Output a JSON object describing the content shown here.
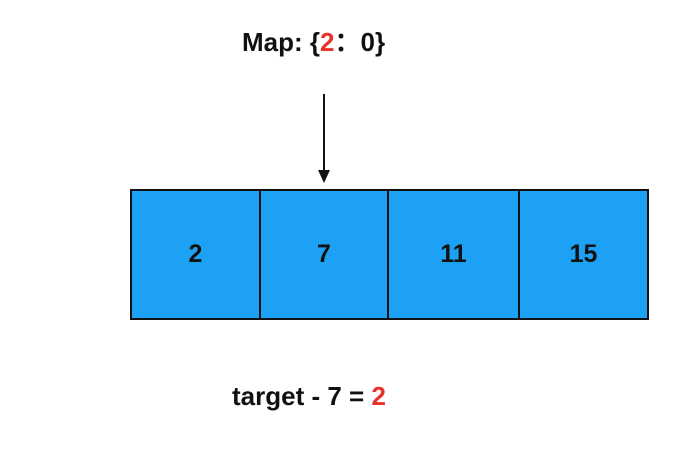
{
  "map": {
    "prefix": "Map: {",
    "key": "2",
    "separator": "：",
    "value": "0",
    "suffix": "}"
  },
  "array": {
    "cells": [
      "2",
      "7",
      "11",
      "15"
    ],
    "pointer_index": 1
  },
  "equation": {
    "expression": "target - 7 = ",
    "result": "2"
  },
  "colors": {
    "cell_fill": "#1da1f5",
    "highlight": "#e8312a",
    "stroke": "#111111"
  }
}
